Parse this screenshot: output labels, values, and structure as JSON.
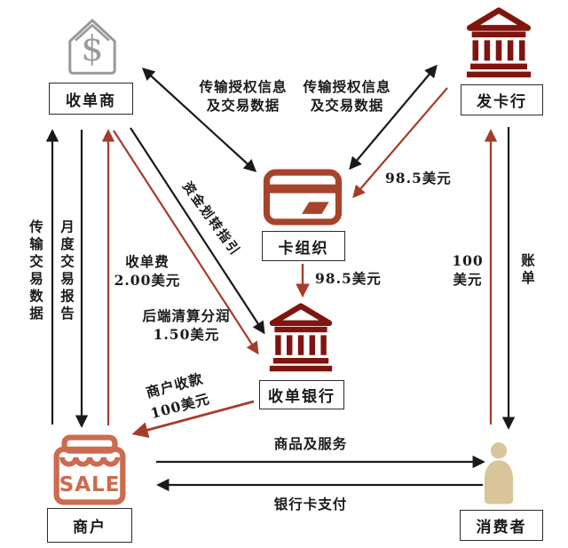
{
  "colors": {
    "bank_maroon": "#7E150E",
    "card_brick": "#A8432B",
    "store_salmon": "#CC6B4E",
    "person_tan": "#D8C69A",
    "house_gray": "#9A9A9A",
    "arrow_red": "#A63C28",
    "arrow_black": "#1A1A1A"
  },
  "entities": {
    "acquirer": {
      "label": "收单商",
      "icon_text": "$"
    },
    "issuer": {
      "label": "发卡行"
    },
    "card_org": {
      "label": "卡组织"
    },
    "acquiring_bank": {
      "label": "收单银行"
    },
    "merchant": {
      "label": "商户",
      "icon_text": "SALE"
    },
    "consumer": {
      "label": "消费者"
    }
  },
  "arrows": {
    "auth_left": "传输授权信息\n及交易数据",
    "auth_right": "传输授权信息\n及交易数据",
    "issuer_fee": "98.5美元",
    "org_fee": "98.5美元",
    "funds_instruction": "资金划转指引",
    "acquiring_fee": "收单费\n2.00美元",
    "clearing_share": "后端清算分润\n1.50美元",
    "merchant_receipt": "商户收款\n100美元",
    "transmit_transaction_data": "传输交易数据",
    "monthly_report": "月度交易报告",
    "consumer_payment": "100\n美元",
    "bill": "账单",
    "goods_services": "商品及服务",
    "card_payment": "银行卡支付"
  }
}
